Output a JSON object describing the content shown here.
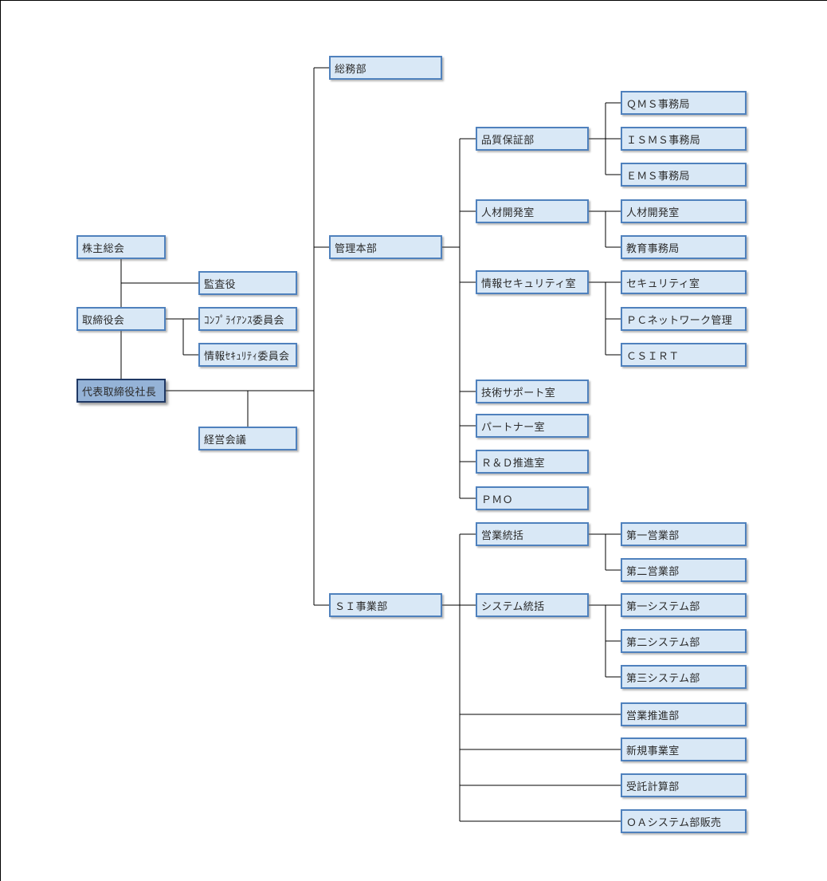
{
  "colors": {
    "node_fill": "#d9e8f6",
    "node_border": "#4f81bd",
    "highlight_fill": "#95b3d7",
    "highlight_border": "#1f3864",
    "connector": "#000000",
    "text": "#2b2b2b"
  },
  "nodes": [
    {
      "id": "shareholders-meeting",
      "label": "株主総会",
      "parent": null,
      "highlight": false
    },
    {
      "id": "board-of-directors",
      "label": "取締役会",
      "parent": "shareholders-meeting",
      "highlight": false
    },
    {
      "id": "president",
      "label": "代表取締役社長",
      "parent": "board-of-directors",
      "highlight": true
    },
    {
      "id": "auditor",
      "label": "監査役",
      "parent": "shareholders-meeting",
      "highlight": false
    },
    {
      "id": "compliance-committee",
      "label": "ｺﾝﾌﾟﾗｲｱﾝｽ委員会",
      "parent": "board-of-directors",
      "highlight": false
    },
    {
      "id": "infosec-committee",
      "label": "情報ｾｷｭﾘﾃｨ委員会",
      "parent": "board-of-directors",
      "highlight": false
    },
    {
      "id": "management-council",
      "label": "経営会議",
      "parent": "president",
      "highlight": false
    },
    {
      "id": "general-affairs-dept",
      "label": "総務部",
      "parent": "president",
      "highlight": false
    },
    {
      "id": "admin-headquarters",
      "label": "管理本部",
      "parent": "president",
      "highlight": false
    },
    {
      "id": "si-division",
      "label": "ＳＩ事業部",
      "parent": "president",
      "highlight": false
    },
    {
      "id": "quality-assurance-dept",
      "label": "品質保証部",
      "parent": "admin-headquarters",
      "highlight": false
    },
    {
      "id": "hr-development-office",
      "label": "人材開発室",
      "parent": "admin-headquarters",
      "highlight": false
    },
    {
      "id": "infosec-office",
      "label": "情報セキュリティ室",
      "parent": "admin-headquarters",
      "highlight": false
    },
    {
      "id": "tech-support-office",
      "label": "技術サポート室",
      "parent": "admin-headquarters",
      "highlight": false
    },
    {
      "id": "partner-office",
      "label": "パートナー室",
      "parent": "admin-headquarters",
      "highlight": false
    },
    {
      "id": "rd-promotion-office",
      "label": "Ｒ＆Ｄ推進室",
      "parent": "admin-headquarters",
      "highlight": false
    },
    {
      "id": "pmo",
      "label": "ＰＭＯ",
      "parent": "admin-headquarters",
      "highlight": false
    },
    {
      "id": "sales-supervision",
      "label": "営業統括",
      "parent": "si-division",
      "highlight": false
    },
    {
      "id": "system-supervision",
      "label": "システム統括",
      "parent": "si-division",
      "highlight": false
    },
    {
      "id": "qms-secretariat",
      "label": "ＱＭＳ事務局",
      "parent": "quality-assurance-dept",
      "highlight": false
    },
    {
      "id": "isms-secretariat",
      "label": "ＩＳＭＳ事務局",
      "parent": "quality-assurance-dept",
      "highlight": false
    },
    {
      "id": "ems-secretariat",
      "label": "ＥＭＳ事務局",
      "parent": "quality-assurance-dept",
      "highlight": false
    },
    {
      "id": "hr-development-office-2",
      "label": "人材開発室",
      "parent": "hr-development-office",
      "highlight": false
    },
    {
      "id": "education-secretariat",
      "label": "教育事務局",
      "parent": "hr-development-office",
      "highlight": false
    },
    {
      "id": "security-office",
      "label": "セキュリティ室",
      "parent": "infosec-office",
      "highlight": false
    },
    {
      "id": "pc-network-management",
      "label": "ＰＣネットワーク管理",
      "parent": "infosec-office",
      "highlight": false
    },
    {
      "id": "csirt",
      "label": "ＣＳＩＲＴ",
      "parent": "infosec-office",
      "highlight": false
    },
    {
      "id": "sales-dept-1",
      "label": "第一営業部",
      "parent": "sales-supervision",
      "highlight": false
    },
    {
      "id": "sales-dept-2",
      "label": "第二営業部",
      "parent": "sales-supervision",
      "highlight": false
    },
    {
      "id": "system-dept-1",
      "label": "第一システム部",
      "parent": "system-supervision",
      "highlight": false
    },
    {
      "id": "system-dept-2",
      "label": "第二システム部",
      "parent": "system-supervision",
      "highlight": false
    },
    {
      "id": "system-dept-3",
      "label": "第三システム部",
      "parent": "system-supervision",
      "highlight": false
    },
    {
      "id": "sales-promotion-dept",
      "label": "営業推進部",
      "parent": "si-division",
      "highlight": false
    },
    {
      "id": "new-business-office",
      "label": "新規事業室",
      "parent": "si-division",
      "highlight": false
    },
    {
      "id": "contract-computing-dept",
      "label": "受託計算部",
      "parent": "si-division",
      "highlight": false
    },
    {
      "id": "oa-system-sales-dept",
      "label": "ＯＡシステム部販売",
      "parent": "si-division",
      "highlight": false
    }
  ]
}
